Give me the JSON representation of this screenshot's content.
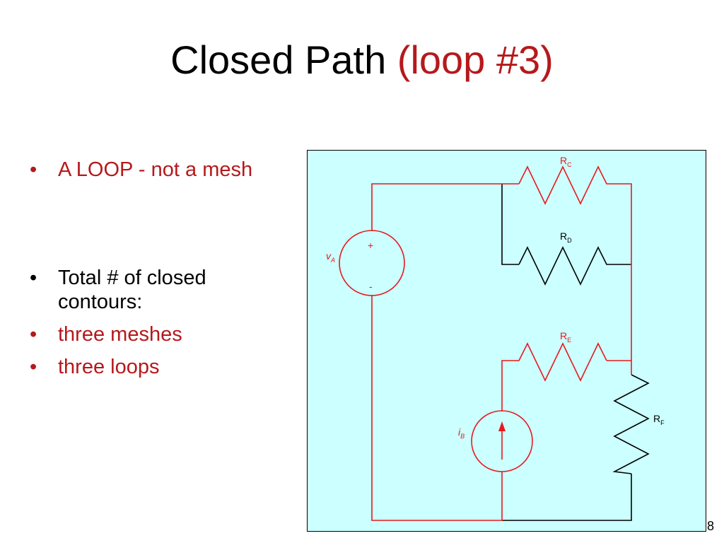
{
  "title": {
    "main": "Closed Path ",
    "accent": "(loop #3)"
  },
  "bullets_top": [
    {
      "text": "A LOOP - not a mesh"
    }
  ],
  "bullets_bottom": [
    {
      "text": "Total # of closed contours:"
    },
    {
      "text": "three meshes"
    },
    {
      "text": "three loops"
    }
  ],
  "circuit": {
    "labels": {
      "rc": {
        "main": "R",
        "sub": "C"
      },
      "rd": {
        "main": "R",
        "sub": "D"
      },
      "re": {
        "main": "R",
        "sub": "E"
      },
      "rf": {
        "main": "R",
        "sub": "F"
      },
      "va": {
        "main": "v",
        "sub": "A"
      },
      "ib": {
        "main": "i",
        "sub": "B"
      },
      "plus": "+",
      "minus": "-"
    },
    "colors": {
      "background": "#ccffff",
      "active": "#e8191c",
      "inactive": "#000000"
    }
  },
  "page_number": "8"
}
